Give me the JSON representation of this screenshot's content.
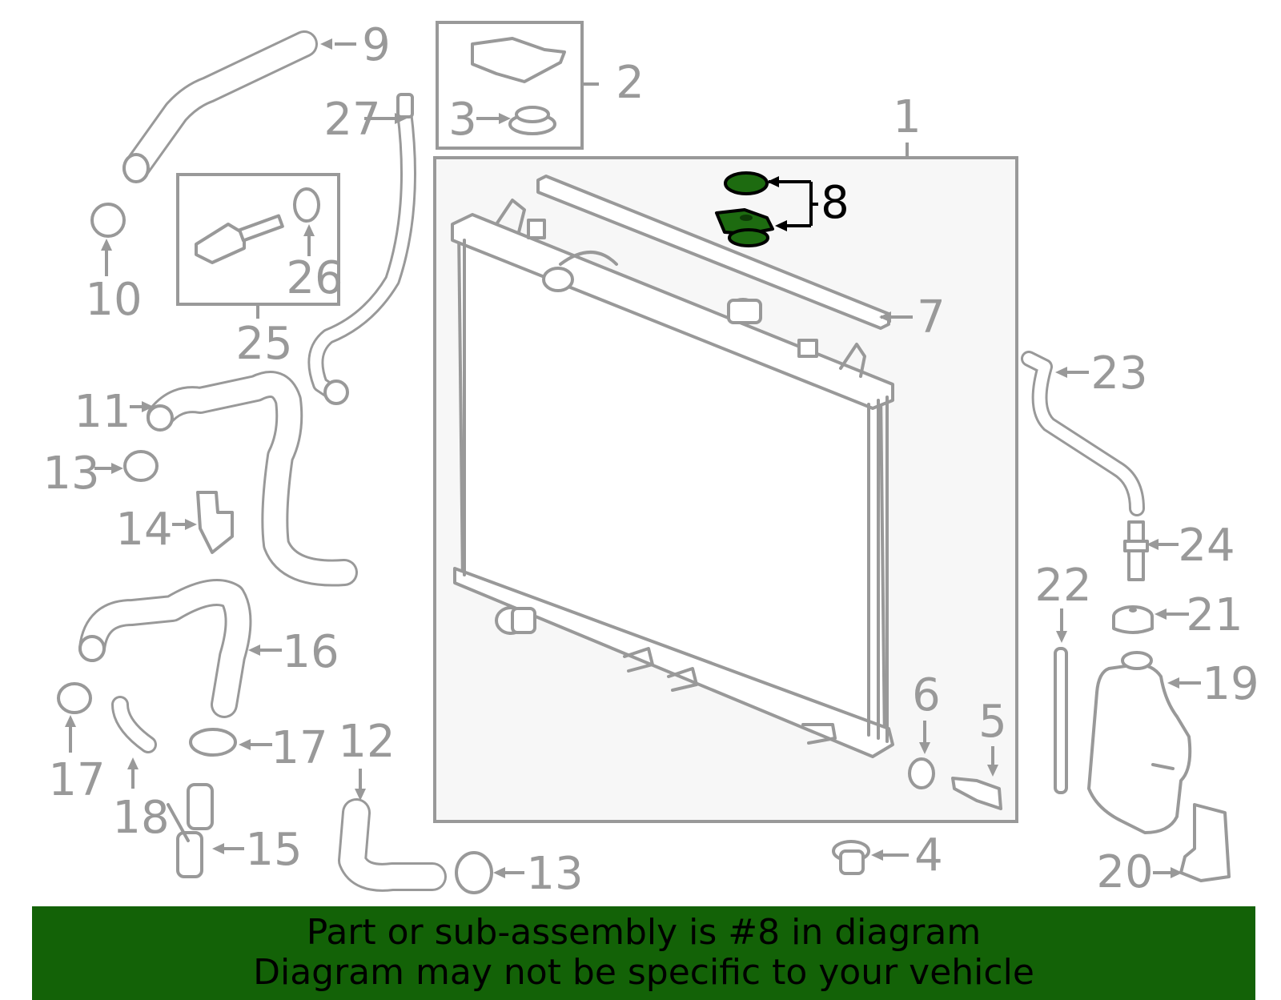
{
  "diagram": {
    "highlight_color": "#1d6b10",
    "parts": [
      {
        "id": "1",
        "label": "1"
      },
      {
        "id": "2",
        "label": "2"
      },
      {
        "id": "3",
        "label": "3"
      },
      {
        "id": "4",
        "label": "4"
      },
      {
        "id": "5",
        "label": "5"
      },
      {
        "id": "6",
        "label": "6"
      },
      {
        "id": "7",
        "label": "7"
      },
      {
        "id": "8",
        "label": "8",
        "highlighted": true
      },
      {
        "id": "9",
        "label": "9"
      },
      {
        "id": "10",
        "label": "10"
      },
      {
        "id": "11",
        "label": "11"
      },
      {
        "id": "12",
        "label": "12"
      },
      {
        "id": "13a",
        "label": "13"
      },
      {
        "id": "13b",
        "label": "13"
      },
      {
        "id": "14",
        "label": "14"
      },
      {
        "id": "15",
        "label": "15"
      },
      {
        "id": "16",
        "label": "16"
      },
      {
        "id": "17a",
        "label": "17"
      },
      {
        "id": "17b",
        "label": "17"
      },
      {
        "id": "18",
        "label": "18"
      },
      {
        "id": "19",
        "label": "19"
      },
      {
        "id": "20",
        "label": "20"
      },
      {
        "id": "21",
        "label": "21"
      },
      {
        "id": "22",
        "label": "22"
      },
      {
        "id": "23",
        "label": "23"
      },
      {
        "id": "24",
        "label": "24"
      },
      {
        "id": "25",
        "label": "25"
      },
      {
        "id": "26",
        "label": "26"
      },
      {
        "id": "27",
        "label": "27"
      }
    ]
  },
  "banner": {
    "background": "#136207",
    "line1": "Part or sub-assembly is #8 in diagram",
    "line2": "Diagram may not be specific to your vehicle"
  }
}
